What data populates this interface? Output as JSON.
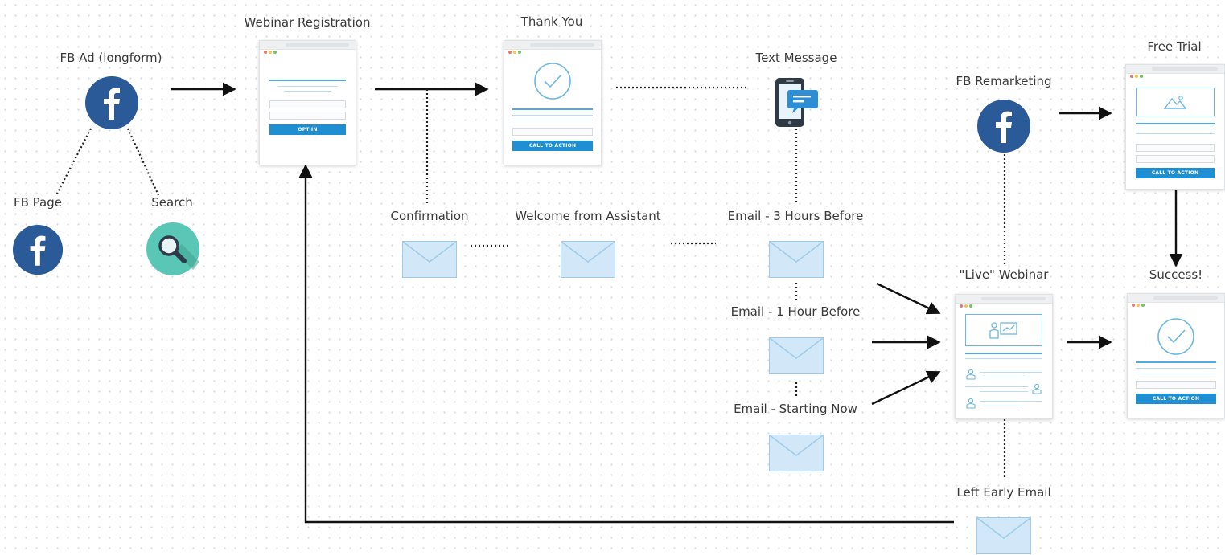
{
  "labels": {
    "fb_ad": "FB Ad (longform)",
    "fb_page": "FB Page",
    "search": "Search",
    "webinar_registration": "Webinar Registration",
    "thank_you": "Thank You",
    "text_message": "Text Message",
    "fb_remarketing": "FB Remarketing",
    "free_trial": "Free Trial",
    "confirmation": "Confirmation",
    "welcome_assistant": "Welcome from Assistant",
    "email_3h": "Email - 3 Hours Before",
    "email_1h": "Email - 1 Hour Before",
    "email_now": "Email - Starting Now",
    "live_webinar": "\"Live\" Webinar",
    "success": "Success!",
    "left_early": "Left Early Email"
  },
  "buttons": {
    "opt_in": "OPT IN",
    "call_to_action": "CALL TO ACTION"
  },
  "colors": {
    "facebook": "#2a5a97",
    "search_teal": "#5ac6b5",
    "accent_blue": "#1f8fd4",
    "envelope_fill": "#d2e8f8",
    "connector": "#111111"
  },
  "icons": [
    "facebook-icon",
    "magnifier-icon",
    "phone-chat-icon",
    "envelope-icon",
    "check-circle-icon",
    "image-icon",
    "presenter-icon"
  ]
}
